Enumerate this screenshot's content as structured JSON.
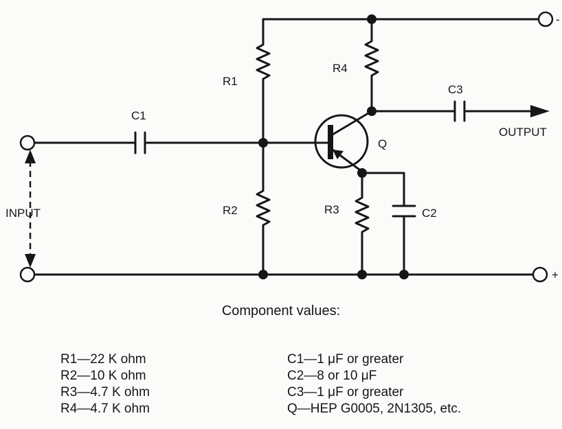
{
  "schematic": {
    "labels": {
      "r1": "R1",
      "r2": "R2",
      "r3": "R3",
      "r4": "R4",
      "c1": "C1",
      "c2": "C2",
      "c3": "C3",
      "q": "Q",
      "input": "INPUT",
      "output": "OUTPUT",
      "minus": "-",
      "plus": "+"
    }
  },
  "component_values": {
    "title": "Component values:",
    "resistors": [
      "R1—22 K ohm",
      "R2—10 K ohm",
      "R3—4.7 K ohm",
      "R4—4.7 K ohm"
    ],
    "others": [
      "C1—1 μF or greater",
      "C2—8 or 10 μF",
      "C3—1 μF or greater",
      "Q—HEP G0005, 2N1305, etc."
    ]
  }
}
